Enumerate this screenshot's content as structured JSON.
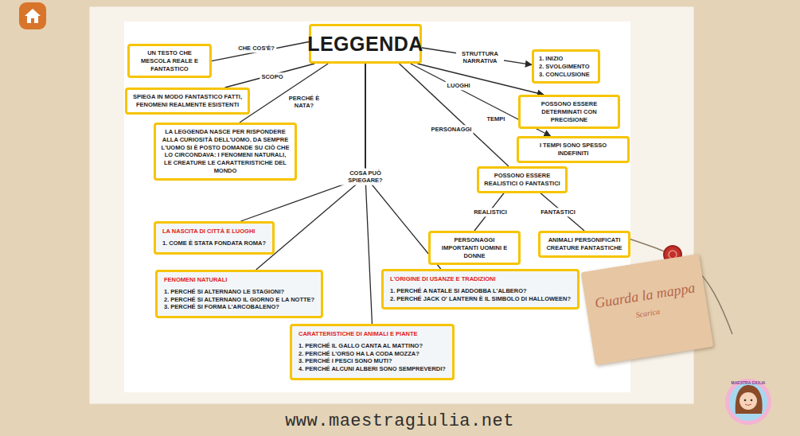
{
  "diagram": {
    "nodes": [
      {
        "text": [
          "LEGGENDA"
        ]
      },
      {
        "text": [
          "UN TESTO CHE MESCOLA REALE E FANTASTICO"
        ]
      },
      {
        "text": [
          "SPIEGA IN MODO FANTASTICO FATTI, FENOMENI REALMENTE ESISTENTI"
        ]
      },
      {
        "text": [
          "LA LEGGENDA NASCE PER RISPONDERE ALLA CURIOSITÀ DELL'UOMO. DA SEMPRE L'UOMO SI È POSTO DOMANDE SU CIÒ CHE LO CIRCONDAVA: I FENOMENI NATURALI, LE CREATURE LE CARATTERISTICHE DEL MONDO"
        ]
      },
      {
        "text": [
          "1. INIZIO",
          "2. SVOLGIMENTO",
          "3. CONCLUSIONE"
        ]
      },
      {
        "text": [
          "POSSONO ESSERE DETERMINATI CON PRECISIONE"
        ]
      },
      {
        "text": [
          "I TEMPI SONO SPESSO INDEFINITI"
        ]
      },
      {
        "text": [
          "POSSONO ESSERE REALISTICI O FANTASTICI"
        ]
      },
      {
        "text": [
          "PERSONAGGI IMPORTANTI UOMINI E DONNE"
        ]
      },
      {
        "text": [
          "ANIMALI PERSONIFICATI CREATURE FANTASTICHE"
        ]
      },
      {
        "text": [
          "LA NASCITA DI CITTÀ E LUOGHI",
          "1. COME È STATA FONDATA ROMA?"
        ]
      },
      {
        "text": [
          "FENOMENI NATURALI",
          "1. PERCHÉ SI ALTERNANO LE STAGIONI?",
          "2. PERCHÉ SI ALTERNANO IL GIORNO E LA NOTTE?",
          "3. PERCHÉ SI FORMA L'ARCOBALENO?"
        ]
      },
      {
        "text": [
          "L'ORIGINE DI USANZE E TRADIZIONI",
          "1. PERCHÉ A NATALE SI ADDOBBA L'ALBERO?",
          "2. PERCHÉ JACK O' LANTERN È IL SIMBOLO DI HALLOWEEN?"
        ]
      },
      {
        "text": [
          "CARATTERISTICHE DI ANIMALI E PIANTE",
          "1. PERCHÉ IL GALLO CANTA AL MATTINO?",
          "2. PERCHÉ L'ORSO HA LA CODA MOZZA?",
          "3. PERCHÉ I PESCI SONO MUTI?",
          "4. PERCHÉ ALCUNI ALBERI SONO SEMPREVERDI?"
        ]
      },
      {
        "text": [
          "Guarda la mappa",
          "Scarica"
        ]
      }
    ],
    "edges": [
      {
        "from": 0,
        "to": 1,
        "label": "CHE COS'È?",
        "arrow": "none"
      },
      {
        "from": 0,
        "to": 2,
        "label": "SCOPO",
        "arrow": "none"
      },
      {
        "from": 0,
        "to": 3,
        "label": "PERCHÉ È NATA?",
        "arrow": "none"
      },
      {
        "from": 0,
        "to": 4,
        "label": "STRUTTURA NARRATIVA",
        "arrow": "to"
      },
      {
        "from": 0,
        "to": 5,
        "label": "LUOGHI",
        "arrow": "to"
      },
      {
        "from": 0,
        "to": 6,
        "label": "TEMPI",
        "arrow": "to"
      },
      {
        "from": 0,
        "to": 7,
        "label": "PERSONAGGI",
        "arrow": "none"
      },
      {
        "from": 0,
        "to": 10,
        "label": "COSA PUÒ SPIEGARE?",
        "arrow": "none"
      },
      {
        "from": 0,
        "to": 11,
        "arrow": "none"
      },
      {
        "from": 0,
        "to": 12,
        "arrow": "none"
      },
      {
        "from": 0,
        "to": 13,
        "arrow": "none"
      },
      {
        "from": 7,
        "to": 8,
        "label": "REALISTICI",
        "arrow": "none"
      },
      {
        "from": 7,
        "to": 9,
        "label": "FANTASTICI",
        "arrow": "none"
      }
    ],
    "labels": [
      "www.maestragiulia.net",
      "MAESTRA GIULIA"
    ]
  }
}
